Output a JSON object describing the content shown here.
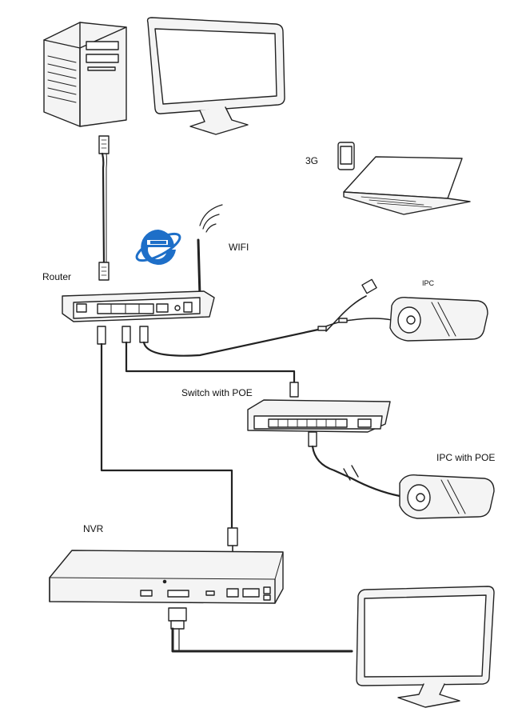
{
  "labels": {
    "router": "Router",
    "wifi": "WIFI",
    "g3": "3G",
    "ipc": "IPC",
    "switch": "Switch with POE",
    "ipc_poe": "IPC with POE",
    "nvr": "NVR"
  },
  "colors": {
    "line": "#222222",
    "device_fill": "#f4f4f4",
    "ie_blue": "#1e6fc8",
    "background": "#ffffff"
  },
  "icons": {
    "browser": "internet-explorer-icon",
    "wireless": "wifi-waves-icon"
  }
}
